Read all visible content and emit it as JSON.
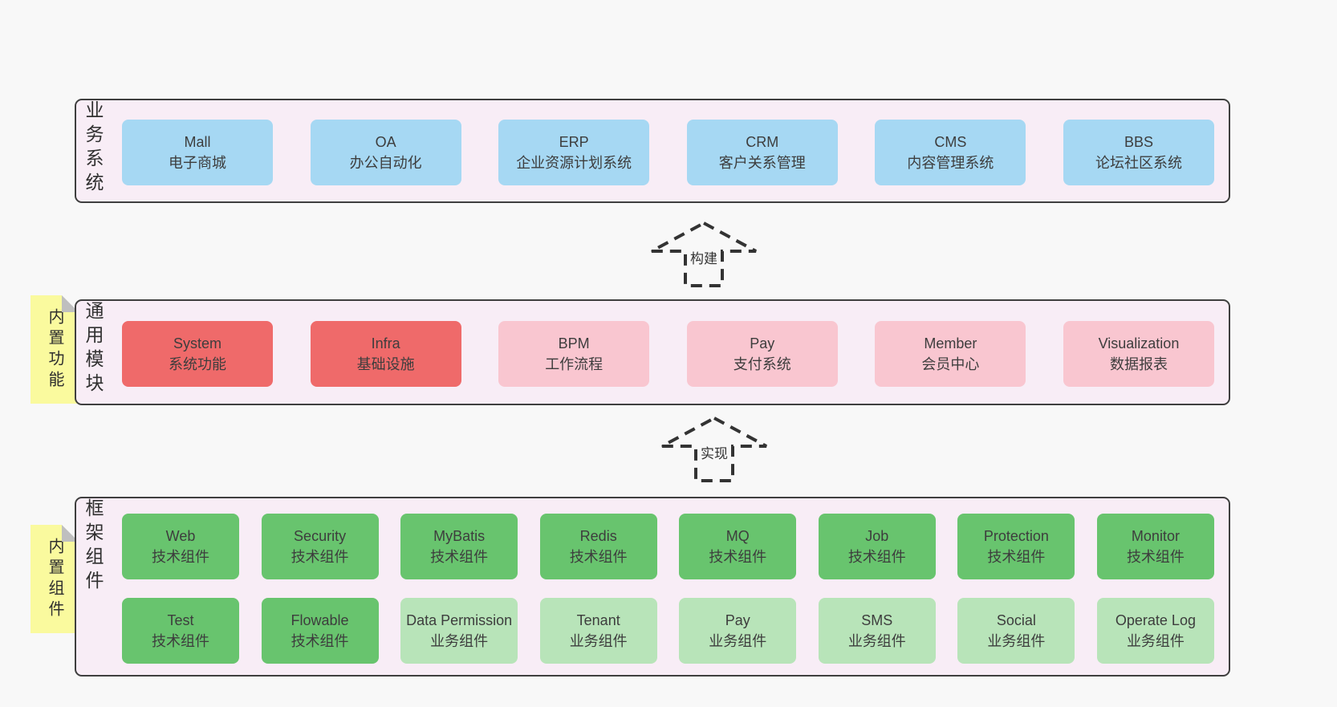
{
  "colors": {
    "page-bg": "#f8f8f8",
    "band-bg": "#f8edf6",
    "band-border": "#3f3f3f",
    "c-blue": "#a6d8f3",
    "c-red": "#ef6a6a",
    "c-pink": "#f9c6d0",
    "c-green": "#68c46e",
    "c-green-light": "#b8e4b9",
    "c-note": "#fafa9e",
    "c-fold": "#bfbfbf",
    "ink": "#3a3a3a"
  },
  "arrows": [
    {
      "label": "构建"
    },
    {
      "label": "实现"
    }
  ],
  "bands": [
    {
      "label": "业务系统",
      "boxes": [
        {
          "en": "Mall",
          "zh": "电子商城",
          "variant": "blue"
        },
        {
          "en": "OA",
          "zh": "办公自动化",
          "variant": "blue"
        },
        {
          "en": "ERP",
          "zh": "企业资源计划系统",
          "variant": "blue"
        },
        {
          "en": "CRM",
          "zh": "客户关系管理",
          "variant": "blue"
        },
        {
          "en": "CMS",
          "zh": "内容管理系统",
          "variant": "blue"
        },
        {
          "en": "BBS",
          "zh": "论坛社区系统",
          "variant": "blue"
        }
      ]
    },
    {
      "label": "通用模块",
      "note": "内置功能",
      "boxes": [
        {
          "en": "System",
          "zh": "系统功能",
          "variant": "red"
        },
        {
          "en": "Infra",
          "zh": "基础设施",
          "variant": "red"
        },
        {
          "en": "BPM",
          "zh": "工作流程",
          "variant": "pink"
        },
        {
          "en": "Pay",
          "zh": "支付系统",
          "variant": "pink"
        },
        {
          "en": "Member",
          "zh": "会员中心",
          "variant": "pink"
        },
        {
          "en": "Visualization",
          "zh": "数据报表",
          "variant": "pink"
        }
      ]
    },
    {
      "label": "框架组件",
      "note": "内置组件",
      "rows": [
        [
          {
            "en": "Web",
            "zh": "技术组件",
            "variant": "green"
          },
          {
            "en": "Security",
            "zh": "技术组件",
            "variant": "green"
          },
          {
            "en": "MyBatis",
            "zh": "技术组件",
            "variant": "green"
          },
          {
            "en": "Redis",
            "zh": "技术组件",
            "variant": "green"
          },
          {
            "en": "MQ",
            "zh": "技术组件",
            "variant": "green"
          },
          {
            "en": "Job",
            "zh": "技术组件",
            "variant": "green"
          },
          {
            "en": "Protection",
            "zh": "技术组件",
            "variant": "green"
          },
          {
            "en": "Monitor",
            "zh": "技术组件",
            "variant": "green"
          }
        ],
        [
          {
            "en": "Test",
            "zh": "技术组件",
            "variant": "green"
          },
          {
            "en": "Flowable",
            "zh": "技术组件",
            "variant": "green"
          },
          {
            "en": "Data Permission",
            "zh": "业务组件",
            "variant": "green-light"
          },
          {
            "en": "Tenant",
            "zh": "业务组件",
            "variant": "green-light"
          },
          {
            "en": "Pay",
            "zh": "业务组件",
            "variant": "green-light"
          },
          {
            "en": "SMS",
            "zh": "业务组件",
            "variant": "green-light"
          },
          {
            "en": "Social",
            "zh": "业务组件",
            "variant": "green-light"
          },
          {
            "en": "Operate Log",
            "zh": "业务组件",
            "variant": "green-light"
          }
        ]
      ]
    }
  ]
}
